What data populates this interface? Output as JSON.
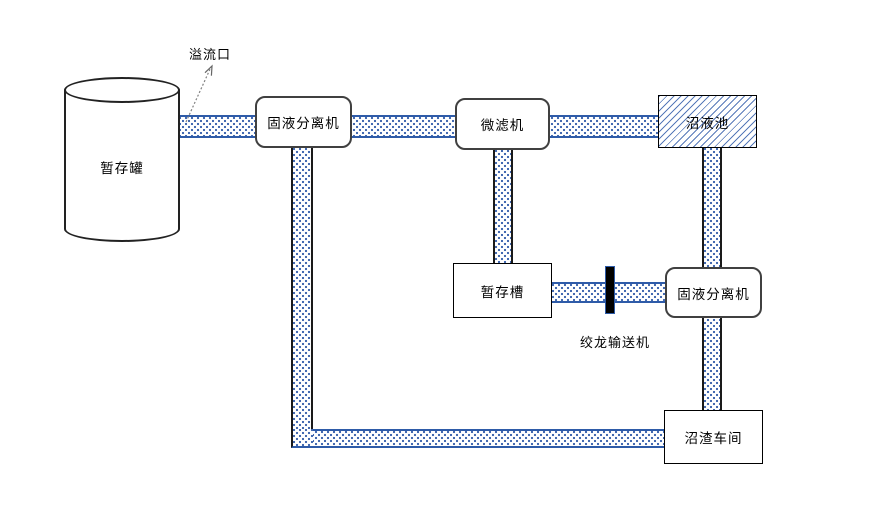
{
  "diagram": {
    "nodes": {
      "tank": {
        "label": "暂存罐"
      },
      "overflow_port": {
        "label": "溢流口"
      },
      "separator_left": {
        "label": "固液分离机"
      },
      "microfilter": {
        "label": "微滤机"
      },
      "biogas_liquid_pool": {
        "label": "沼液池"
      },
      "buffer_trough": {
        "label": "暂存槽"
      },
      "screw_conveyor": {
        "label": "绞龙输送机"
      },
      "separator_right": {
        "label": "固液分离机"
      },
      "residue_workshop": {
        "label": "沼渣车间"
      }
    },
    "colors": {
      "pipe_dot_blue": "#3A62AD",
      "pipe_border_blue": "#2E5BA8",
      "vertical_pipe_border": "#1a1a1a",
      "rounded_box_border": "#404040",
      "plain_box_border": "#000000",
      "hatch_blue": "#3A62AD",
      "conveyor_bar": "#000000",
      "arrow_gray": "#808080"
    }
  }
}
